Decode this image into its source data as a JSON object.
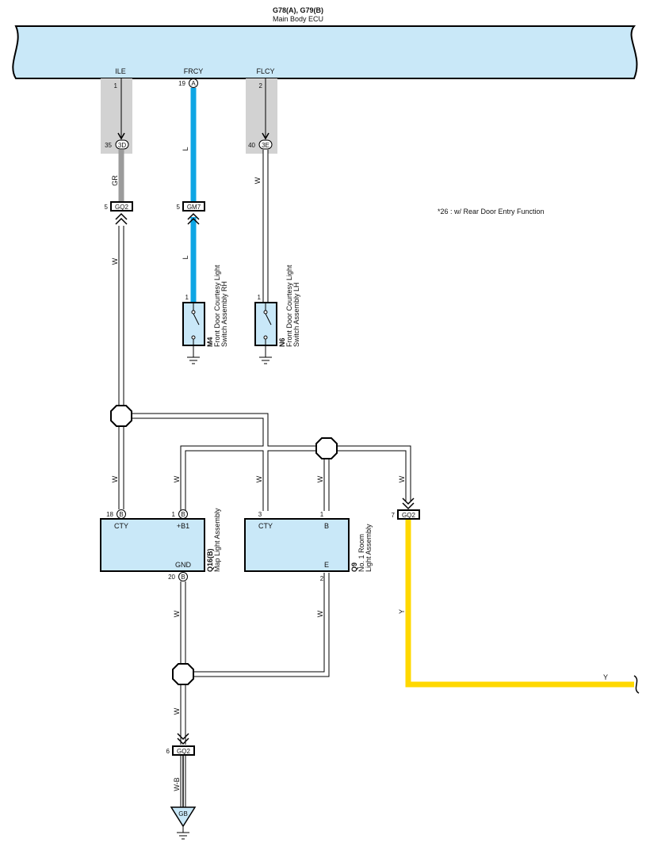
{
  "ecu": {
    "title": "G78(A), G79(B)",
    "subtitle": "Main Body ECU",
    "pins": [
      {
        "name": "ILE",
        "num": "1"
      },
      {
        "name": "FRCY",
        "num": "19",
        "conn": "A"
      },
      {
        "name": "FLCY",
        "num": "2"
      }
    ]
  },
  "connectors": {
    "c3d": {
      "num": "35",
      "code": "3D"
    },
    "c3e": {
      "num": "40",
      "code": "3E"
    },
    "gq2_top": {
      "num": "5",
      "code": "GQ2"
    },
    "gm7": {
      "num": "5",
      "code": "GM7"
    },
    "gq2_right": {
      "num": "7",
      "code": "GQ2"
    },
    "gq2_bottom": {
      "num": "6",
      "code": "GQ2"
    },
    "ground": {
      "code": "GB"
    }
  },
  "note": "*26 : w/ Rear Door Entry Function",
  "wire_colors": {
    "gr": "GR",
    "l": "L",
    "w": "W",
    "y": "Y",
    "wb": "W-B",
    "blue_hex": "#0ea5e4",
    "yellow_hex": "#ffd800",
    "gray_hex": "#9b9b9b",
    "box_hex": "#c9e8f8"
  },
  "switches": {
    "m4": {
      "id": "M4",
      "line1": "Front Door Courtesy Light",
      "line2": "Switch Assembly RH",
      "pin": "1"
    },
    "n6": {
      "id": "N6",
      "line1": "Front Door Courtesy Light",
      "line2": "Switch Assembly LH",
      "pin": "1"
    }
  },
  "map_light": {
    "id": "Q16(B)",
    "name": "Map Light Assembly",
    "cty": "CTY",
    "b1": "+B1",
    "gnd": "GND",
    "pin_cty": "18",
    "pin_b1": "1",
    "pin_gnd": "20",
    "conn": "B"
  },
  "room_light": {
    "id": "Q9",
    "line1": "No. 1 Room",
    "line2": "Light Assembly",
    "cty": "CTY",
    "b": "B",
    "e": "E",
    "pin_cty": "3",
    "pin_b": "1",
    "pin_e": "2"
  }
}
